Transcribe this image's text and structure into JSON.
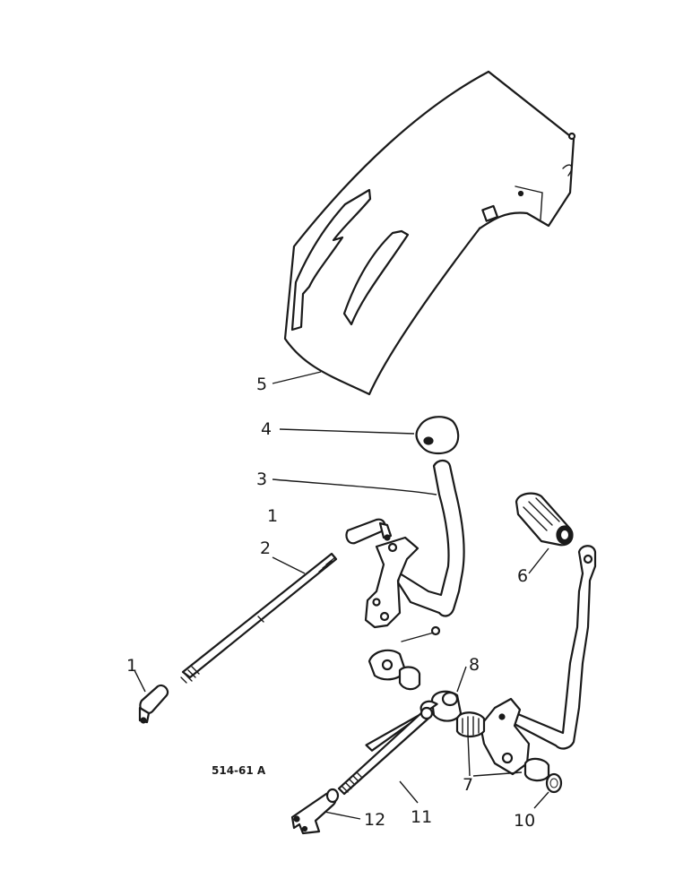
{
  "drawing_reference": "514-61 A",
  "callouts": {
    "c1_top": "1",
    "c1_left": "1",
    "c2": "2",
    "c3": "3",
    "c4": "4",
    "c5": "5",
    "c6": "6",
    "c7": "7",
    "c8": "8",
    "c10": "10",
    "c11": "11",
    "c12": "12"
  }
}
